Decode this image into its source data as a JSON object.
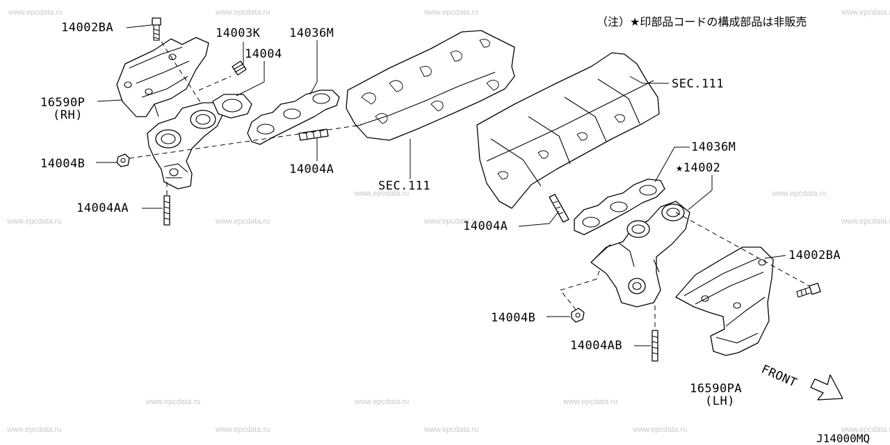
{
  "watermark": "www.epcdata.ru",
  "note": "（注）★印部品コードの構成部品は非販売",
  "diagram_code": "J14000MQ",
  "labels": {
    "p14002BA_rh": "14002BA",
    "p14003K": "14003K",
    "p14036M_rh": "14036M",
    "p14004": "14004",
    "p16590P": "16590P",
    "rh": "(RH)",
    "p14004B_rh": "14004B",
    "p14004A_rh": "14004A",
    "sec111_lower": "SEC.111",
    "p14004AA": "14004AA",
    "sec111_upper": "SEC.111",
    "p14036M_lh": "14036M",
    "p14002": "★14002",
    "p14004A_lh": "14004A",
    "p14002BA_lh": "14002BA",
    "p14004B_lh": "14004B",
    "p14004AB": "14004AB",
    "p16590PA": "16590PA",
    "lh": "(LH)",
    "front": "FRONT"
  }
}
